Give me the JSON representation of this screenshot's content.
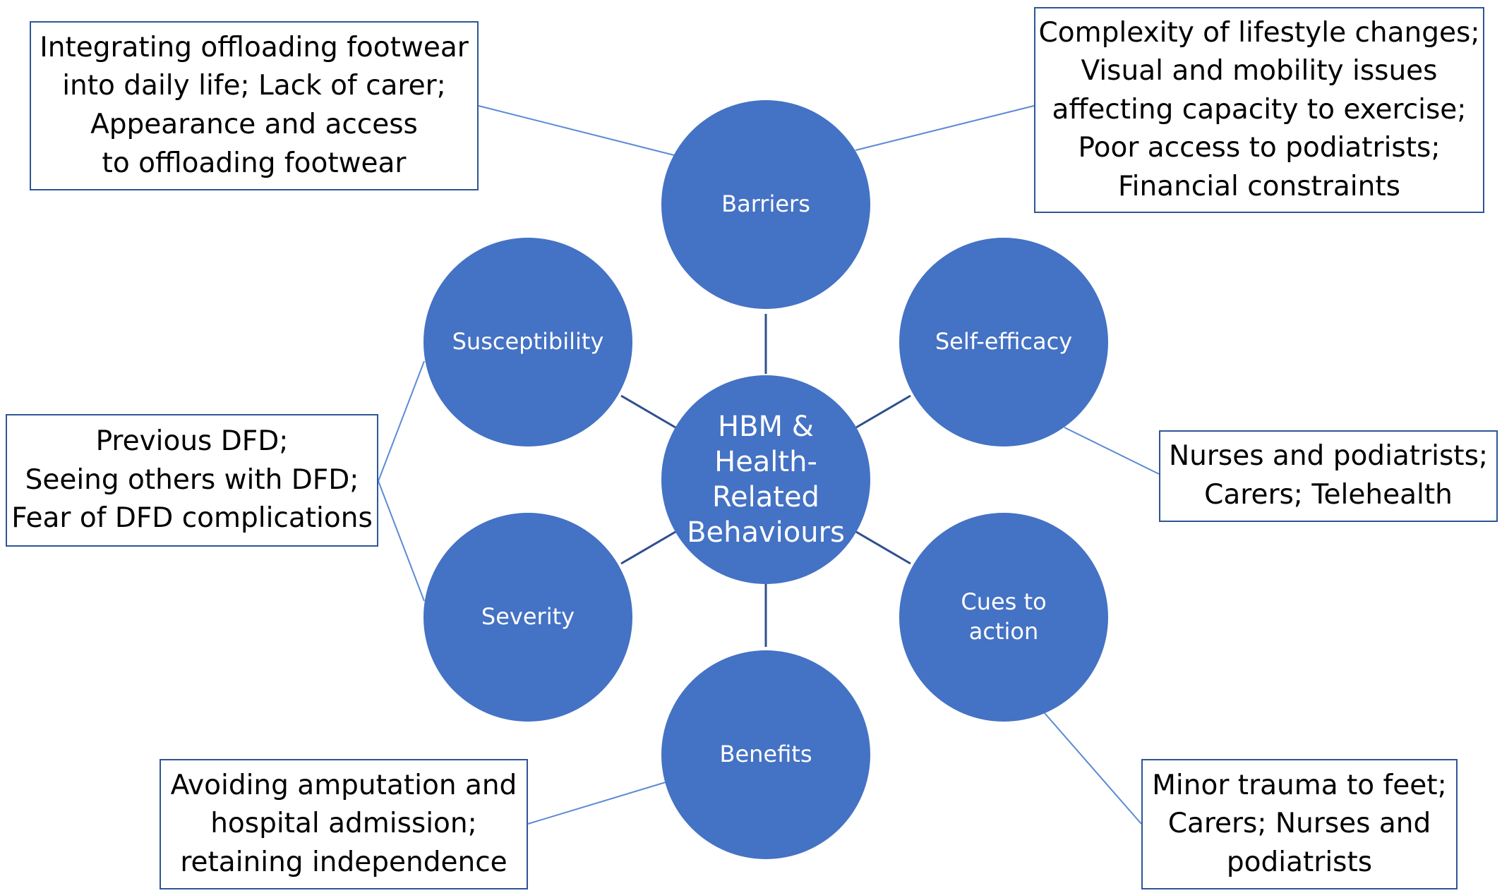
{
  "center": {
    "label": "HBM &\nHealth-\nRelated\nBehaviours"
  },
  "constructs": {
    "barriers": "Barriers",
    "self_efficacy": "Self-efficacy",
    "cues_to_action": "Cues to\naction",
    "benefits": "Benefits",
    "severity": "Severity",
    "susceptibility": "Susceptibility"
  },
  "notes": {
    "barriers_left": "Integrating offloading footwear\ninto daily life; Lack of carer;\nAppearance and access\nto offloading footwear",
    "barriers_right": "Complexity of lifestyle changes;\nVisual and mobility issues\naffecting capacity to exercise;\nPoor access to podiatrists;\nFinancial constraints",
    "self_efficacy": "Nurses and podiatrists;\nCarers; Telehealth",
    "cues_to_action": "Minor trauma to feet;\nCarers; Nurses and\npodiatrists",
    "benefits": "Avoiding amputation and\nhospital admission;\nretaining independence",
    "susceptibility_severity": "Previous DFD;\nSeeing others with DFD;\nFear of DFD complications"
  },
  "colors": {
    "circle_fill": "#4472c4",
    "box_border": "#2f5597",
    "spoke_line": "#2f4f8f",
    "callout_line": "#5b8bd4"
  }
}
